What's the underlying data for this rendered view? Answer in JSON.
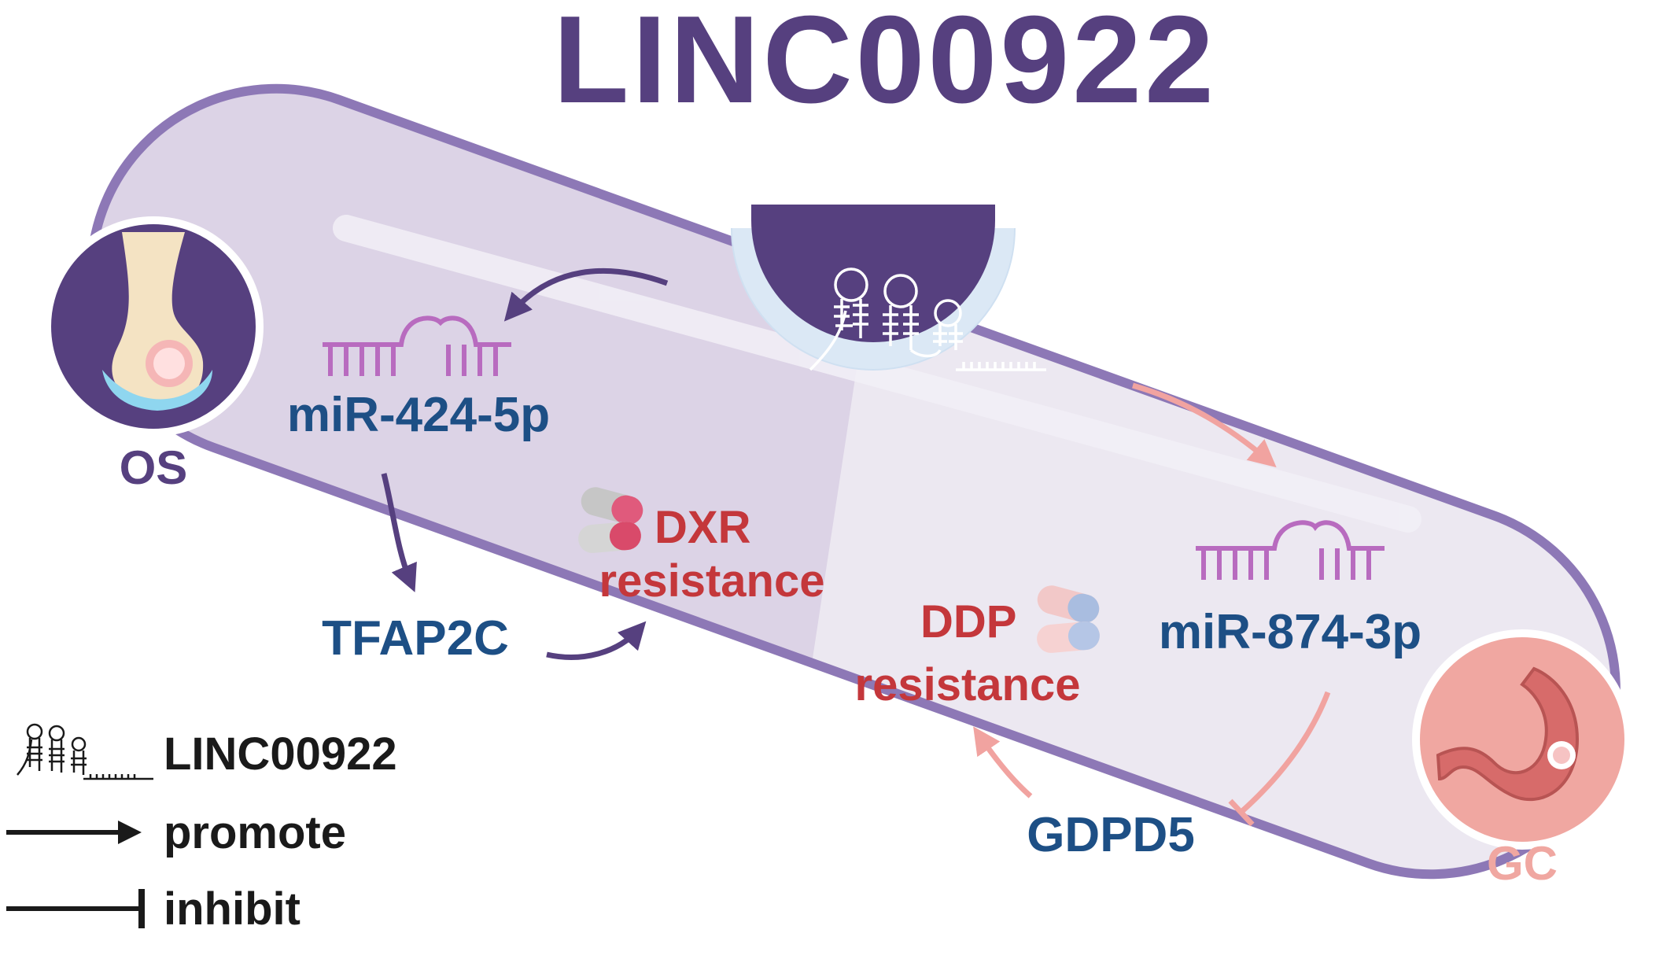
{
  "title": "LINC00922",
  "colors": {
    "title": "#56407f",
    "capsule_outline": "#8d78b6",
    "capsule_left_fill": "#dcd3e6",
    "capsule_right_fill": "#ece8f1",
    "node_blue": "#1d4f85",
    "resistance_red": "#c4373b",
    "gc_pink": "#f0a7a1",
    "arrow_purple": "#56407f",
    "arrow_pink": "#f1a3a0",
    "mirna_pink": "#b86bbf",
    "legend_black": "#1a1a1a"
  },
  "left_pathway": {
    "cancer_label": "OS",
    "cancer_icon": "bone-tumor-icon",
    "mirna": "miR-424-5p",
    "target": "TFAP2C",
    "drug_name": "DXR",
    "drug_outcome": "resistance",
    "drug_icon": "pill-capsules-icon"
  },
  "right_pathway": {
    "cancer_label": "GC",
    "cancer_icon": "stomach-tumor-icon",
    "mirna": "miR-874-3p",
    "target": "GDPD5",
    "drug_name": "DDP",
    "drug_outcome": "resistance",
    "drug_icon": "pill-capsules-icon"
  },
  "center_icon": "lncrna-hairpin-icon",
  "legend": {
    "items": [
      {
        "icon": "lncrna-hairpin-icon",
        "label": "LINC00922"
      },
      {
        "icon": "promote-arrow-icon",
        "label": "promote"
      },
      {
        "icon": "inhibit-bar-icon",
        "label": "inhibit"
      }
    ]
  }
}
